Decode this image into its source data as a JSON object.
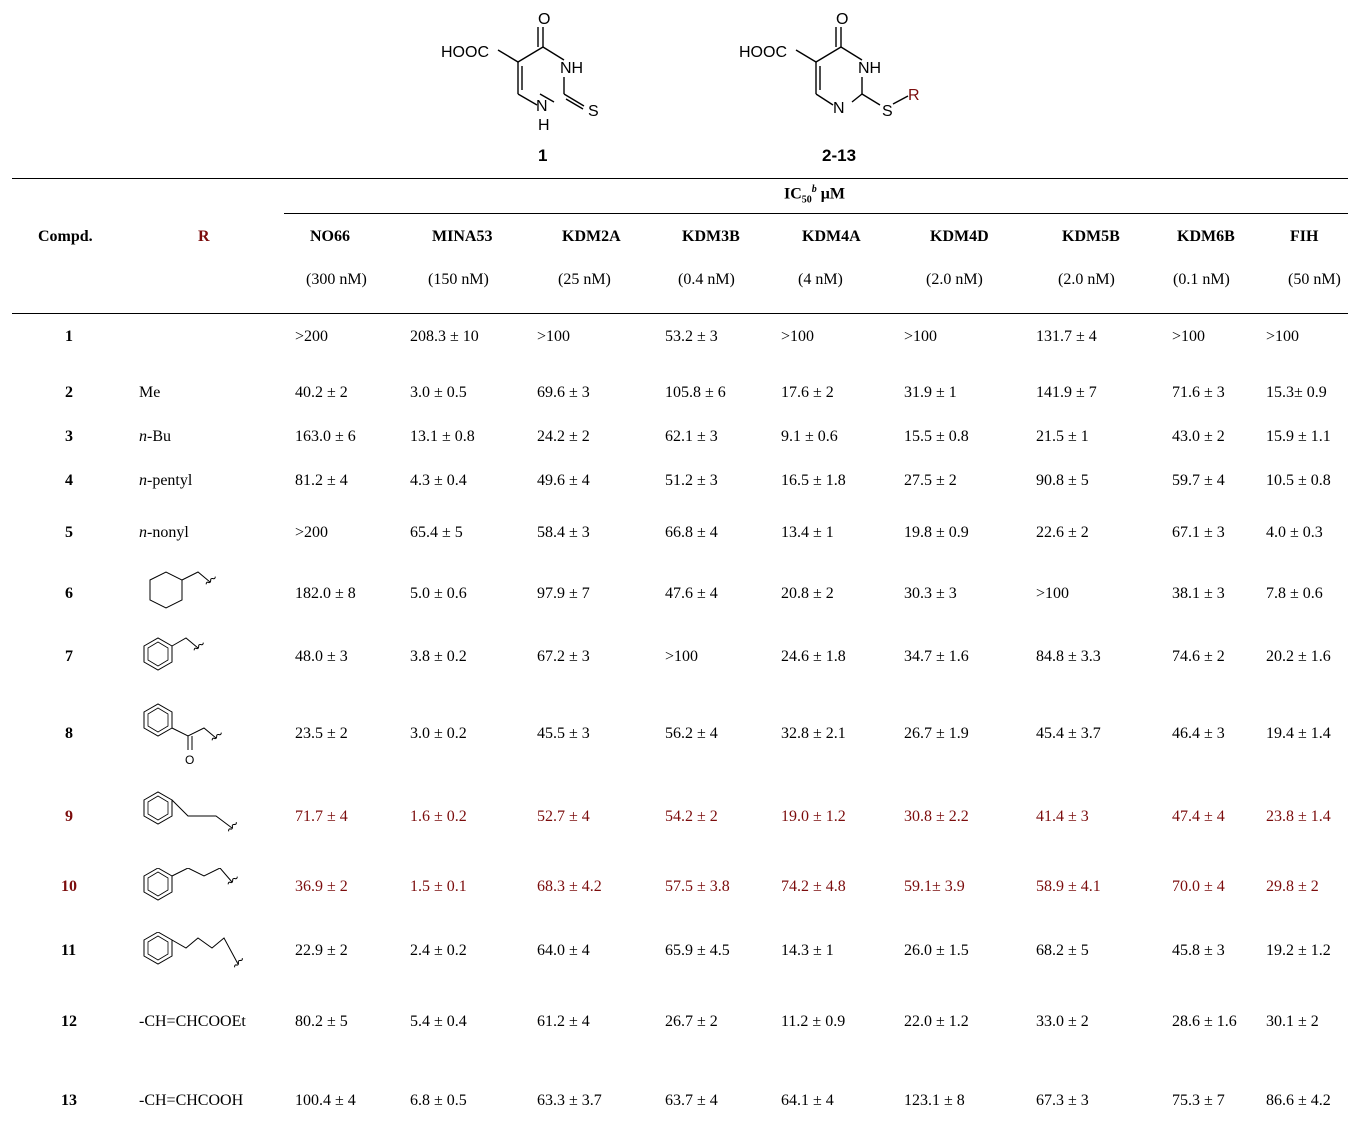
{
  "structures": {
    "left": {
      "label": "1",
      "cooh": "HOOC",
      "o": "O",
      "nh_top": "NH",
      "nh_bottom": "N",
      "h_bottom": "H",
      "s": "S"
    },
    "right": {
      "label": "2-13",
      "cooh": "HOOC",
      "o": "O",
      "nh_top": "NH",
      "n_bottom": "N",
      "s": "S",
      "r": "R"
    }
  },
  "table": {
    "group_header": "IC",
    "group_header_sub": "50",
    "group_header_sup": "b",
    "group_header_unit": " μM",
    "col_compd": "Compd.",
    "col_r": "R",
    "enzymes": [
      {
        "name": "NO66",
        "conc": "(300 nM)"
      },
      {
        "name": "MINA53",
        "conc": "(150 nM)"
      },
      {
        "name": "KDM2A",
        "conc": "(25 nM)"
      },
      {
        "name": "KDM3B",
        "conc": "(0.4 nM)"
      },
      {
        "name": "KDM4A",
        "conc": "(4 nM)"
      },
      {
        "name": "KDM4D",
        "conc": "(2.0 nM)"
      },
      {
        "name": "KDM5B",
        "conc": "(2.0 nM)"
      },
      {
        "name": "KDM6B",
        "conc": "(0.1 nM)"
      },
      {
        "name": "FIH",
        "conc": "(50 nM)"
      }
    ],
    "rows": [
      {
        "id": "1",
        "r": "",
        "values": [
          ">200",
          "208.3 ± 10",
          ">100",
          "53.2 ± 3",
          ">100",
          ">100",
          "131.7 ± 4",
          ">100",
          ">100"
        ],
        "highlight": false
      },
      {
        "id": "2",
        "r": "Me",
        "values": [
          "40.2 ± 2",
          "3.0 ± 0.5",
          "69.6 ± 3",
          "105.8 ± 6",
          "17.6 ± 2",
          "31.9 ± 1",
          "141.9 ± 7",
          "71.6 ± 3",
          "15.3± 0.9"
        ],
        "highlight": false
      },
      {
        "id": "3",
        "r_prefix": "n",
        "r": "-Bu",
        "values": [
          "163.0 ± 6",
          "13.1 ± 0.8",
          "24.2 ± 2",
          "62.1 ± 3",
          "9.1 ± 0.6",
          "15.5 ± 0.8",
          "21.5 ± 1",
          "43.0 ± 2",
          "15.9 ± 1.1"
        ],
        "highlight": false
      },
      {
        "id": "4",
        "r_prefix": "n",
        "r": "-pentyl",
        "values": [
          "81.2 ± 4",
          "4.3 ± 0.4",
          "49.6 ± 4",
          "51.2 ± 3",
          "16.5 ± 1.8",
          "27.5 ± 2",
          "90.8 ± 5",
          "59.7 ± 4",
          "10.5 ± 0.8"
        ],
        "highlight": false
      },
      {
        "id": "5",
        "r_prefix": "n",
        "r": "-nonyl",
        "values": [
          ">200",
          "65.4 ± 5",
          "58.4 ± 3",
          "66.8 ± 4",
          "13.4 ± 1",
          "19.8 ± 0.9",
          "22.6 ± 2",
          "67.1 ± 3",
          "4.0 ± 0.3"
        ],
        "highlight": false
      },
      {
        "id": "6",
        "r": "",
        "values": [
          "182.0 ± 8",
          "5.0 ± 0.6",
          "97.9 ± 7",
          "47.6 ± 4",
          "20.8 ± 2",
          "30.3 ± 3",
          ">100",
          "38.1 ± 3",
          "7.8 ± 0.6"
        ],
        "highlight": false
      },
      {
        "id": "7",
        "r": "",
        "values": [
          "48.0 ± 3",
          "3.8 ± 0.2",
          "67.2 ± 3",
          ">100",
          "24.6 ± 1.8",
          "34.7 ± 1.6",
          "84.8 ± 3.3",
          "74.6 ± 2",
          "20.2 ± 1.6"
        ],
        "highlight": false
      },
      {
        "id": "8",
        "r": "",
        "r_o": "O",
        "values": [
          "23.5 ± 2",
          "3.0 ± 0.2",
          "45.5 ± 3",
          "56.2 ± 4",
          "32.8 ± 2.1",
          "26.7 ± 1.9",
          "45.4 ± 3.7",
          "46.4 ± 3",
          "19.4 ± 1.4"
        ],
        "highlight": false
      },
      {
        "id": "9",
        "r": "",
        "values": [
          "71.7 ± 4",
          "1.6 ± 0.2",
          "52.7 ± 4",
          "54.2 ± 2",
          "19.0 ± 1.2",
          "30.8 ± 2.2",
          "41.4 ± 3",
          "47.4 ± 4",
          "23.8 ± 1.4"
        ],
        "highlight": true
      },
      {
        "id": "10",
        "r": "",
        "values": [
          "36.9 ± 2",
          "1.5 ± 0.1",
          "68.3 ± 4.2",
          "57.5 ± 3.8",
          "74.2 ± 4.8",
          "59.1± 3.9",
          "58.9 ± 4.1",
          "70.0 ± 4",
          "29.8 ± 2"
        ],
        "highlight": true
      },
      {
        "id": "11",
        "r": "",
        "values": [
          "22.9 ± 2",
          "2.4 ± 0.2",
          "64.0 ± 4",
          "65.9 ± 4.5",
          "14.3 ± 1",
          "26.0 ± 1.5",
          "68.2 ± 5",
          "45.8 ± 3",
          "19.2 ± 1.2"
        ],
        "highlight": false
      },
      {
        "id": "12",
        "r": "-CH=CHCOOEt",
        "values": [
          "80.2 ± 5",
          "5.4 ± 0.4",
          "61.2 ± 4",
          "26.7 ± 2",
          "11.2 ± 0.9",
          "22.0 ± 1.2",
          "33.0 ± 2",
          "28.6 ± 1.6",
          "30.1 ± 2"
        ],
        "highlight": false
      },
      {
        "id": "13",
        "r": "-CH=CHCOOH",
        "values": [
          "100.4 ± 4",
          "6.8 ± 0.5",
          "63.3 ± 3.7",
          "63.7 ± 4",
          "64.1 ± 4",
          "123.1 ± 8",
          "67.3 ± 3",
          "75.3 ± 7",
          "86.6 ± 4.2"
        ],
        "highlight": false
      }
    ]
  },
  "colors": {
    "highlight": "#7b0c0c",
    "text": "#000000"
  }
}
